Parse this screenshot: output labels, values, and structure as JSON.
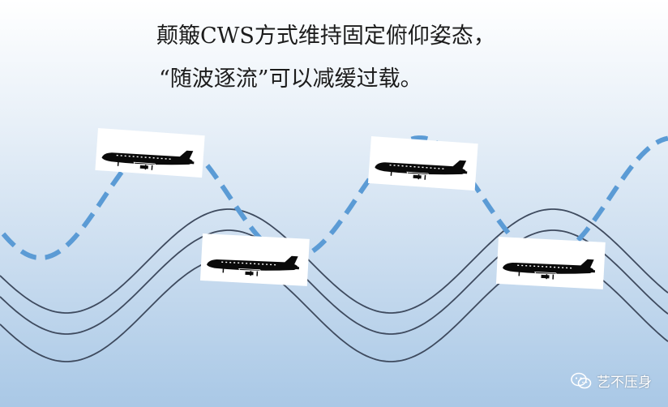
{
  "caption": {
    "line1": "颠簸CWS方式维持固定俯仰姿态，",
    "line2": "“随波逐流”可以减缓过载。"
  },
  "watermark": {
    "text": "艺不压身",
    "icon": "wechat-icon"
  },
  "colors": {
    "wave_line": "#3e4a5e",
    "flight_path": "#5b9bd5",
    "aircraft": "#0a0a0a",
    "card": "#ffffff"
  },
  "aircraft_count": 4
}
